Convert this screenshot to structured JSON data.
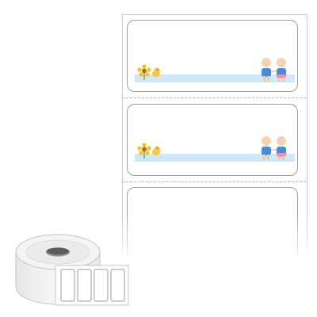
{
  "product": {
    "type": "label-roll",
    "labels": [
      {
        "design": "illustrated",
        "motifs": [
          "sunflower-icon",
          "chick-icon",
          "two-children-icon"
        ],
        "band_color": "#cfe8f7"
      },
      {
        "design": "illustrated",
        "motifs": [
          "sunflower-icon",
          "chick-icon",
          "two-children-icon"
        ],
        "band_color": "#cfe8f7"
      },
      {
        "design": "blank"
      }
    ],
    "roll_visible_labels": 4,
    "colors": {
      "outline": "#9e9e9e",
      "perforation": "#b5b5b5",
      "band": "#cfe8f7"
    }
  }
}
